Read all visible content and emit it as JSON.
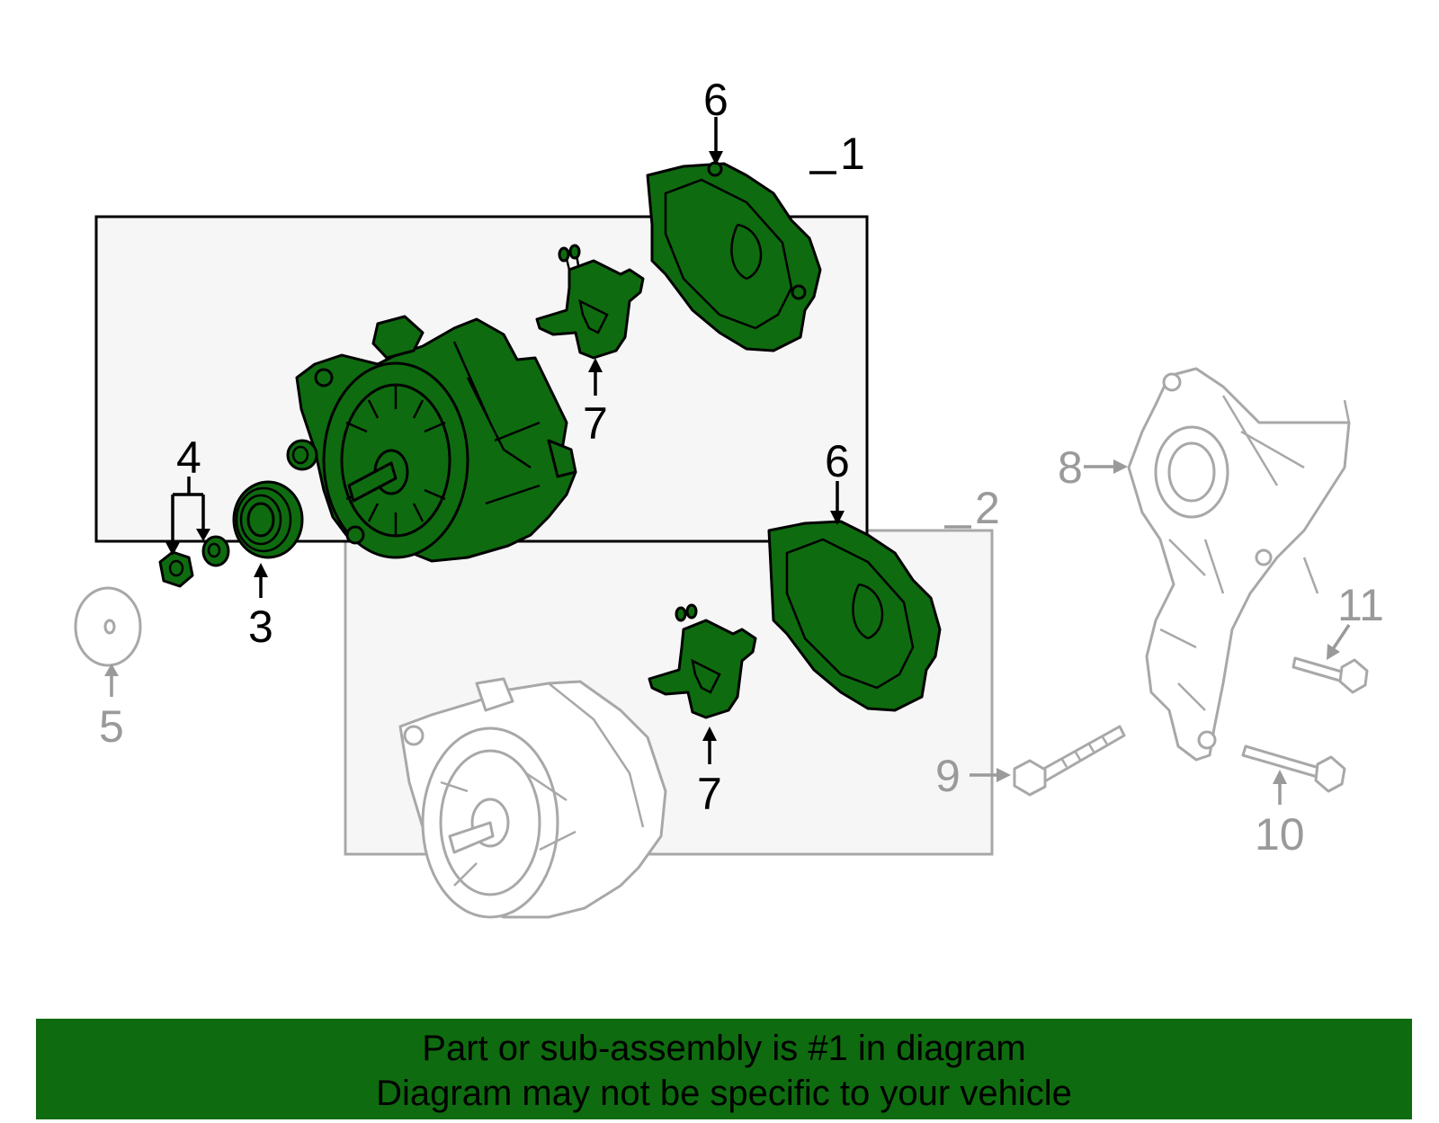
{
  "callouts": {
    "c1": "1",
    "c2": "2",
    "c3": "3",
    "c4": "4",
    "c5": "5",
    "c6a": "6",
    "c6b": "6",
    "c7a": "7",
    "c7b": "7",
    "c8": "8",
    "c9": "9",
    "c10": "10",
    "c11": "11"
  },
  "banner": {
    "line1": "Part or sub-assembly is #1 in diagram",
    "line2": "Diagram may not be specific to your vehicle"
  },
  "colors": {
    "highlight": "#0f6b0f",
    "ghost": "#a8a8a8",
    "box_fill": "#f6f6f6"
  }
}
